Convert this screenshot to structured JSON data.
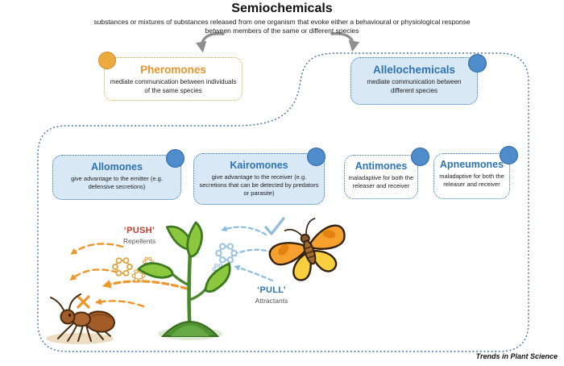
{
  "title": "Semiochemicals",
  "subtitle": "substances or mixtures of substances released from one organism that evoke either a behavioural or physiological response between members of the same or different species",
  "credit": "Trends in Plant Science",
  "colors": {
    "orange_accent": "#E8A33C",
    "orange_text": "#E8942C",
    "blue_accent": "#4A86C8",
    "blue_text": "#2E74B5",
    "light_blue_fill": "#D9E8F5",
    "push_red": "#C53A2A",
    "arrow_orange": "#EF962B",
    "arrow_blue": "#8BBCDF",
    "container_outline": "#3F74B0",
    "gray_arrow": "#8F8F8F"
  },
  "boxes": {
    "pheromones": {
      "title": "Pheromones",
      "desc": "mediate communication between individuals of the same species"
    },
    "allelochemicals": {
      "title": "Allelochemicals",
      "desc": "mediate communication between different species"
    },
    "allomones": {
      "title": "Allomones",
      "desc": "give advantage to the emitter (e.g. defensive secretions)"
    },
    "kairomones": {
      "title": "Kairomones",
      "desc": "give advantage to the receiver (e.g. secretions that can be detected by predators or parasite)"
    },
    "antimones": {
      "title": "Antimones",
      "desc": "maladaptive for both the releaser and receiver"
    },
    "apneumones": {
      "title": "Apneumones",
      "desc": "maladaptive for both the releaser and receiver"
    }
  },
  "scene": {
    "push_label": "‘PUSH’",
    "push_sublabel": "Repellents",
    "pull_label": "‘PULL’",
    "pull_sublabel": "Attractants",
    "icons": [
      "molecule-icon",
      "check-icon",
      "x-icon",
      "ant",
      "plant",
      "butterfly"
    ]
  }
}
